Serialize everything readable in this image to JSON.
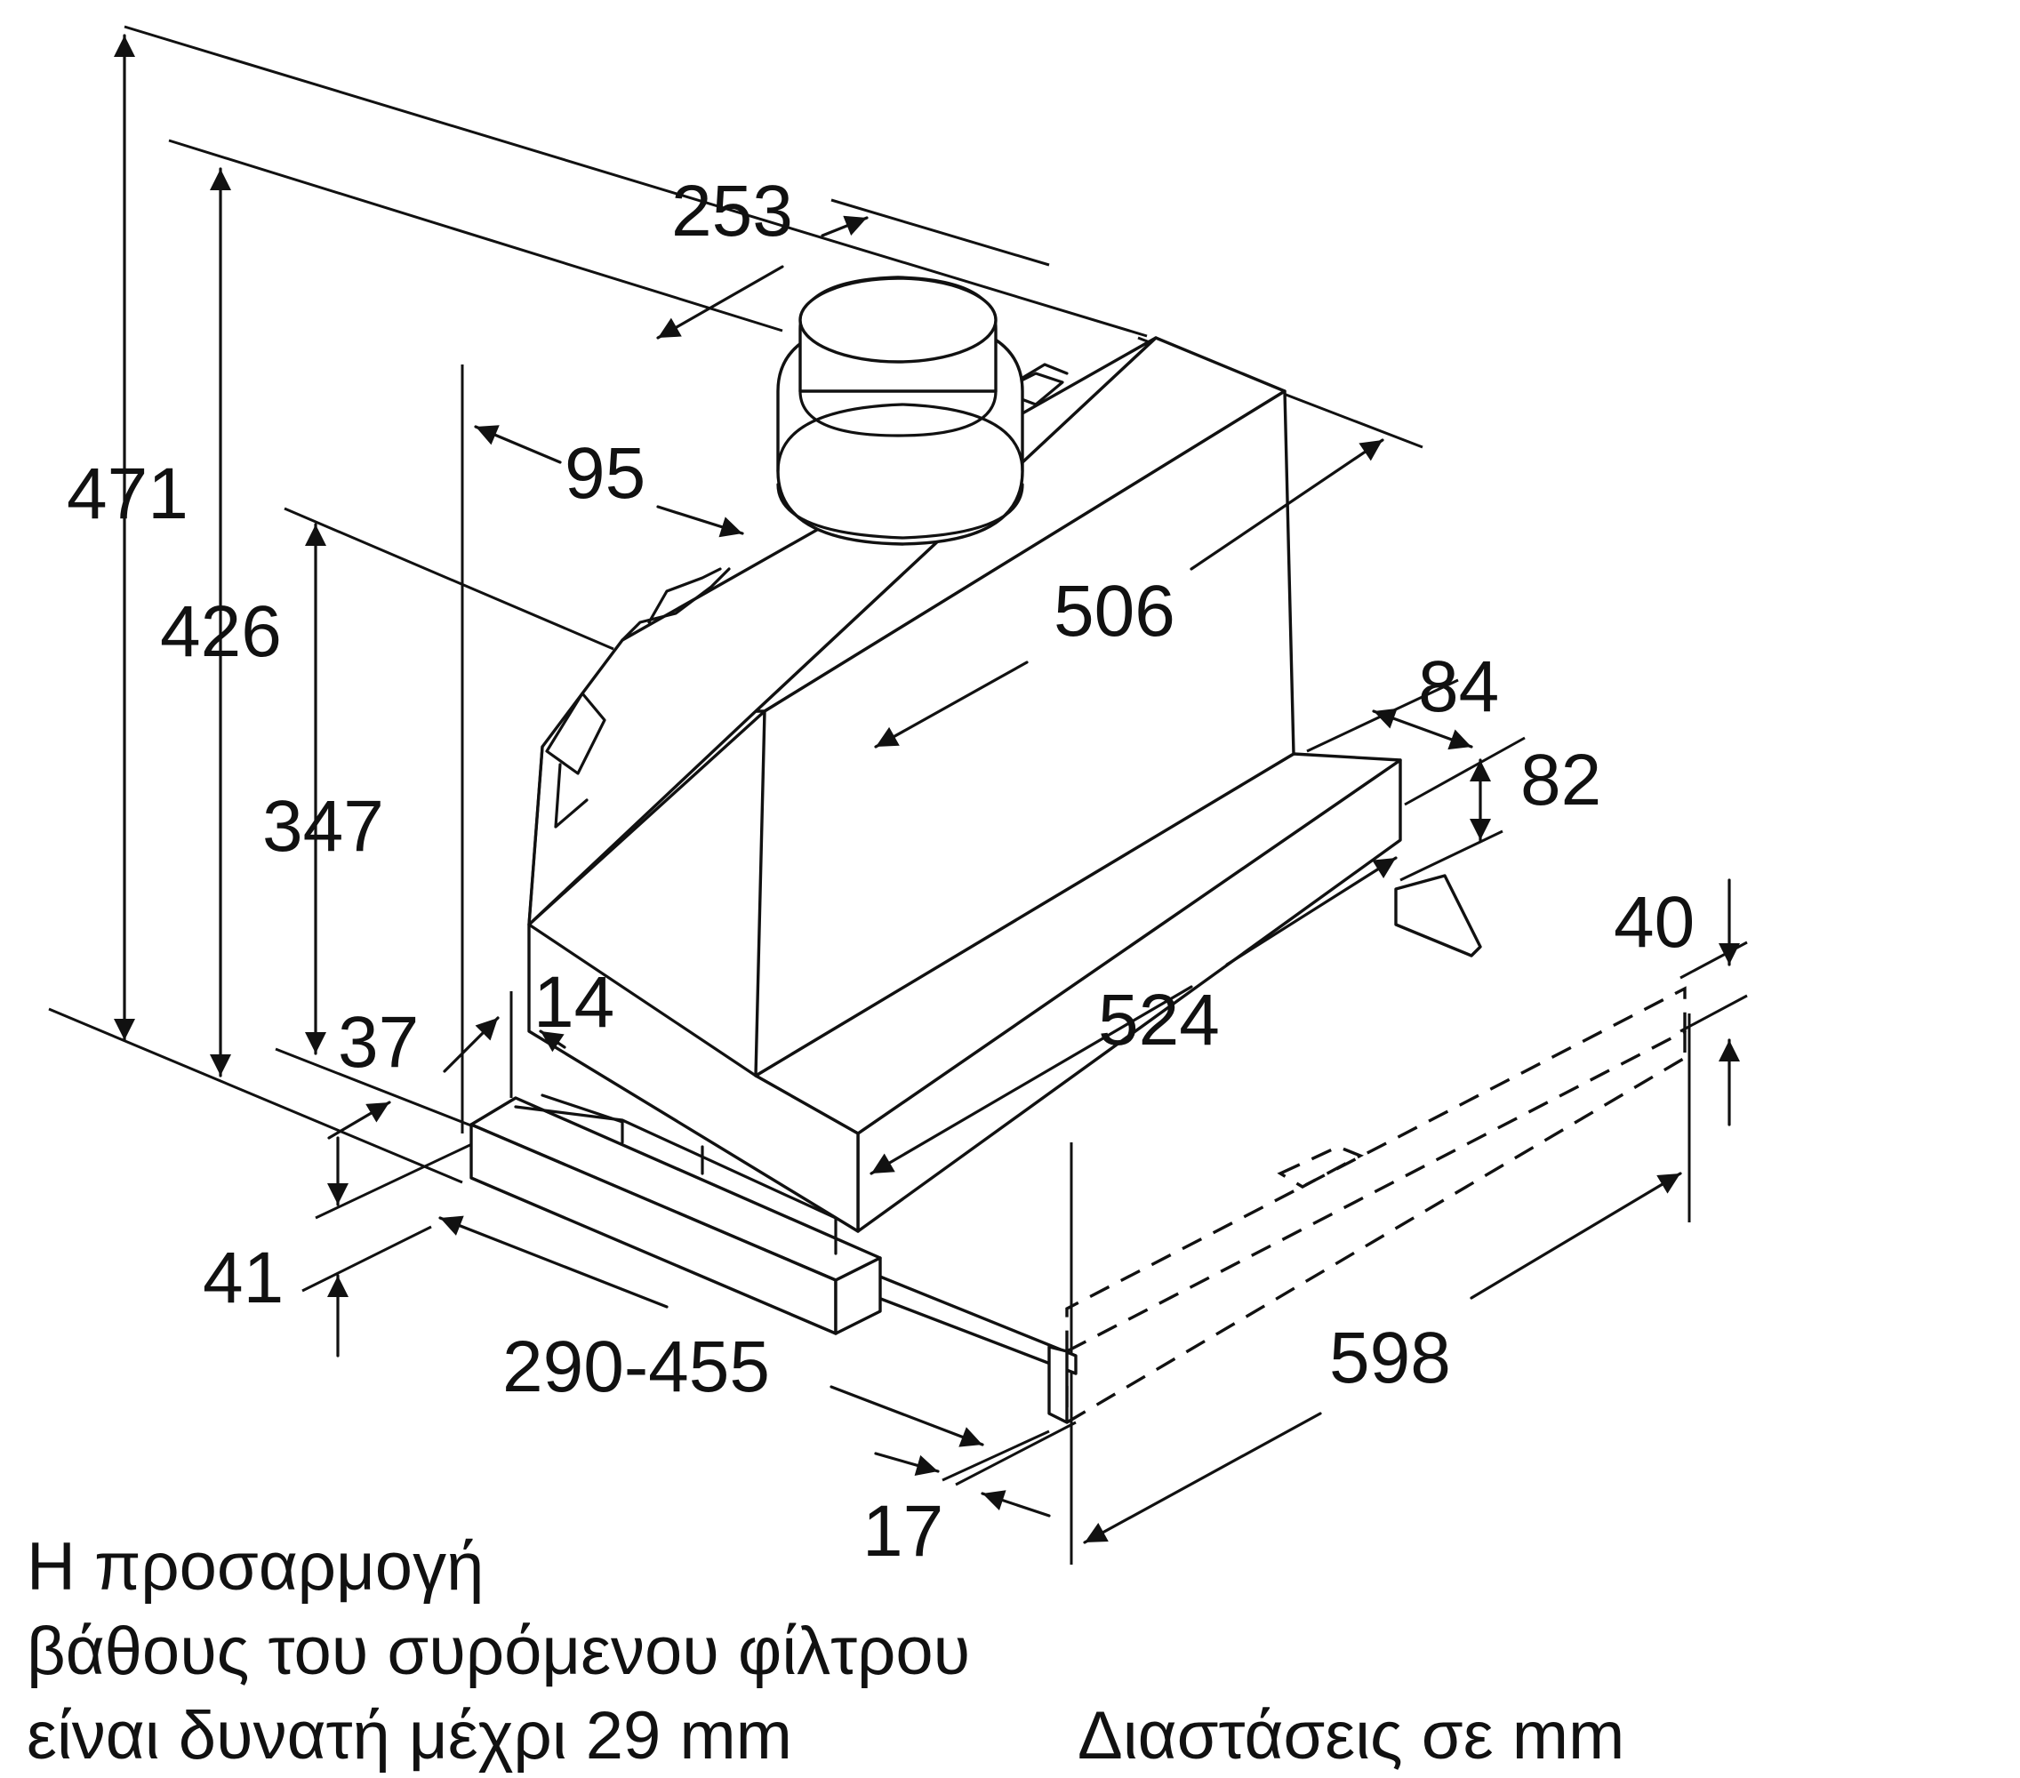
{
  "dimensions": {
    "total_height": "471",
    "chimney_height": "426",
    "body_height": "347",
    "collar_offset": "95",
    "collar_diameter": "253",
    "body_depth": "506",
    "rear_offset": "84",
    "rear_height": "82",
    "front_panel_height": "40",
    "body_width": "524",
    "front_offset": "37",
    "side_gap": "14",
    "bottom_height": "41",
    "extension_range": "290-455",
    "front_overhang": "17",
    "total_width": "598"
  },
  "notes": {
    "line1": "Η προσαρμογή",
    "line2": "βάθους του συρόμενου φίλτρου",
    "line3": "είναι δυνατή μέχρι 29 mm",
    "units": "Διαστάσεις σε mm"
  }
}
